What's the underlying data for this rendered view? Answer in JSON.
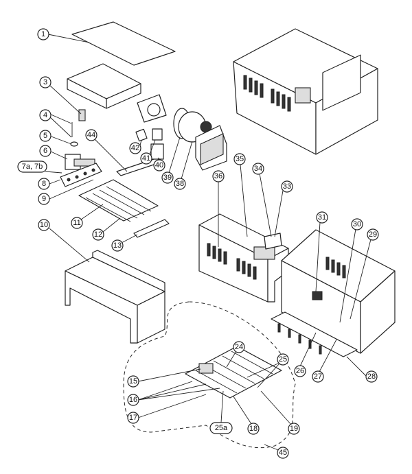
{
  "diagram": {
    "type": "exploded-parts-view",
    "callouts": {
      "c1": "1",
      "c3": "3",
      "c4": "4",
      "c5": "5",
      "c6": "6",
      "c7": "7a, 7b",
      "c8": "8",
      "c9": "9",
      "c10": "10",
      "c11": "11",
      "c12": "12",
      "c13": "13",
      "c44": "44",
      "c42": "42",
      "c41": "41",
      "c40": "40",
      "c39": "39",
      "c38": "38",
      "c36": "36",
      "c35": "35",
      "c34": "34",
      "c33": "33",
      "c31": "31",
      "c30": "30",
      "c29": "29",
      "c26": "26",
      "c27": "27",
      "c28": "28",
      "c24": "24",
      "c25": "25",
      "c15": "15",
      "c16": "16",
      "c17": "17",
      "c25a": "25a",
      "c18": "18",
      "c19": "19",
      "c45": "45"
    }
  }
}
